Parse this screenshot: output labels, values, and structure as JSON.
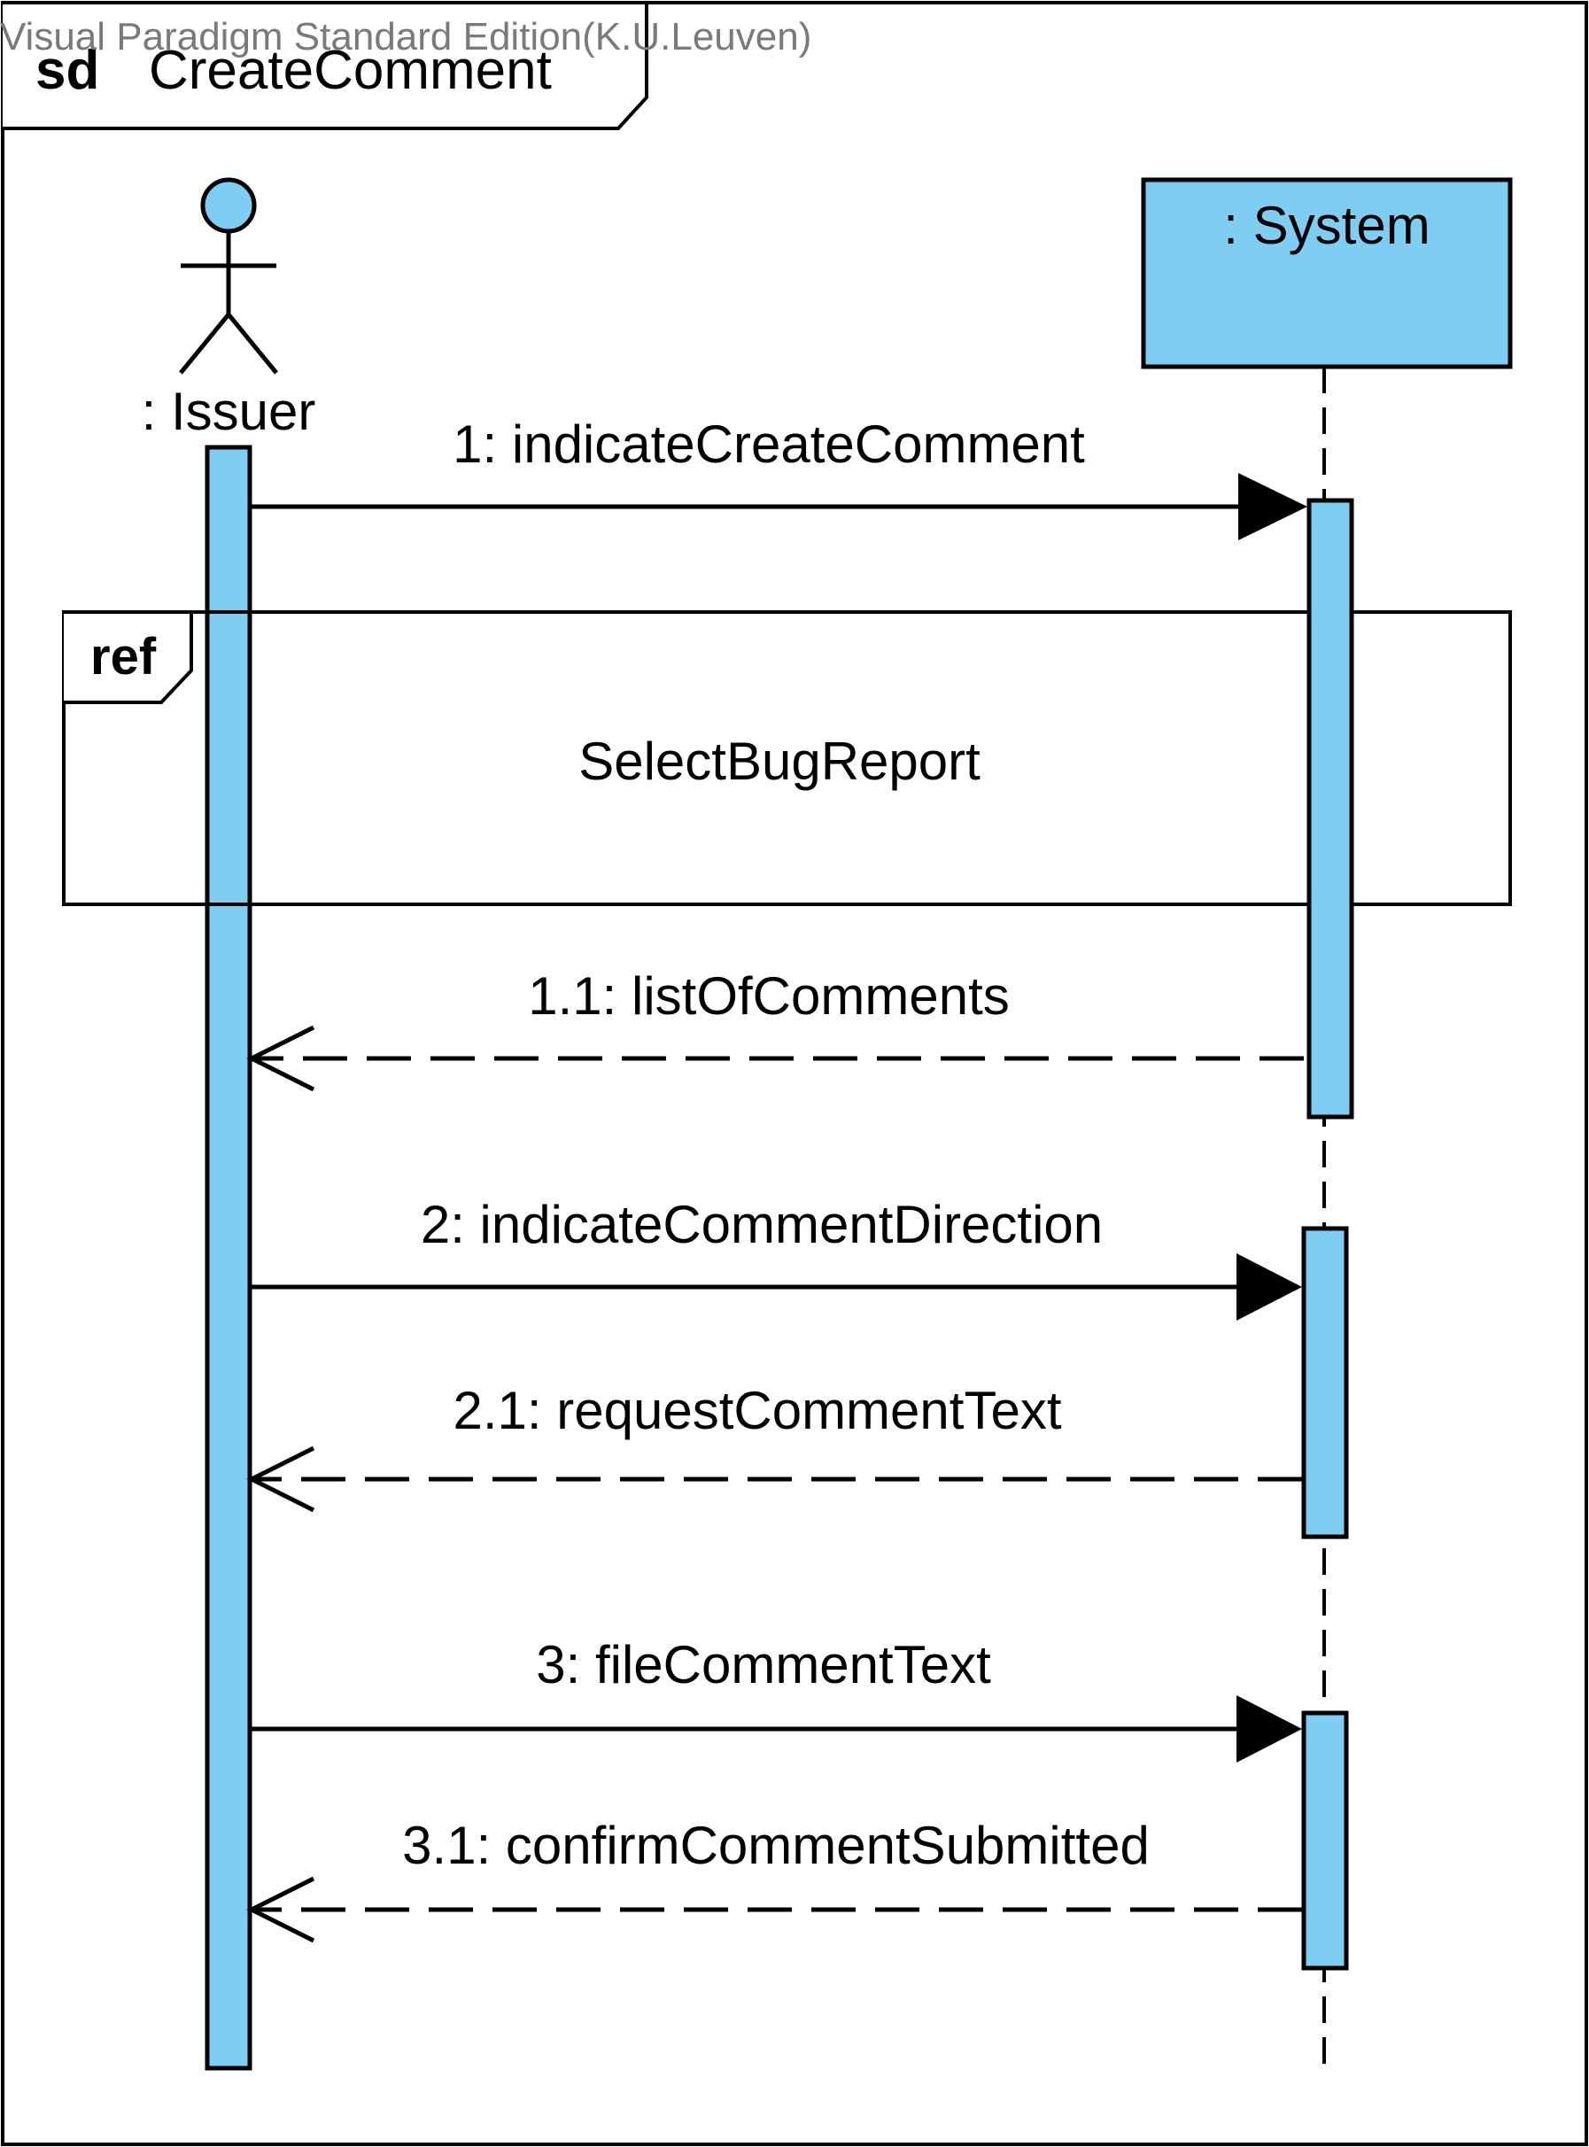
{
  "watermark": "Visual Paradigm Standard Edition(K.U.Leuven)",
  "frame": {
    "keyword": "sd",
    "name": "CreateComment"
  },
  "lifelines": {
    "actor": {
      "label": ": Issuer",
      "kind": "actor"
    },
    "system": {
      "label": ": System",
      "kind": "object"
    }
  },
  "ref_fragment": {
    "keyword": "ref",
    "interaction": "SelectBugReport"
  },
  "messages": [
    {
      "label": "1: indicateCreateComment",
      "kind": "synchronous",
      "from": "Issuer",
      "to": "System"
    },
    {
      "label": "1.1: listOfComments",
      "kind": "reply",
      "from": "System",
      "to": "Issuer"
    },
    {
      "label": "2: indicateCommentDirection",
      "kind": "synchronous",
      "from": "Issuer",
      "to": "System"
    },
    {
      "label": "2.1: requestCommentText",
      "kind": "reply",
      "from": "System",
      "to": "Issuer"
    },
    {
      "label": "3: fileCommentText",
      "kind": "synchronous",
      "from": "Issuer",
      "to": "System"
    },
    {
      "label": "3.1: confirmCommentSubmitted",
      "kind": "reply",
      "from": "System",
      "to": "Issuer"
    }
  ],
  "colors": {
    "fill": "#7ecef3",
    "stroke": "#000000",
    "background": "#ffffff",
    "watermark": "#7a7a7a"
  }
}
